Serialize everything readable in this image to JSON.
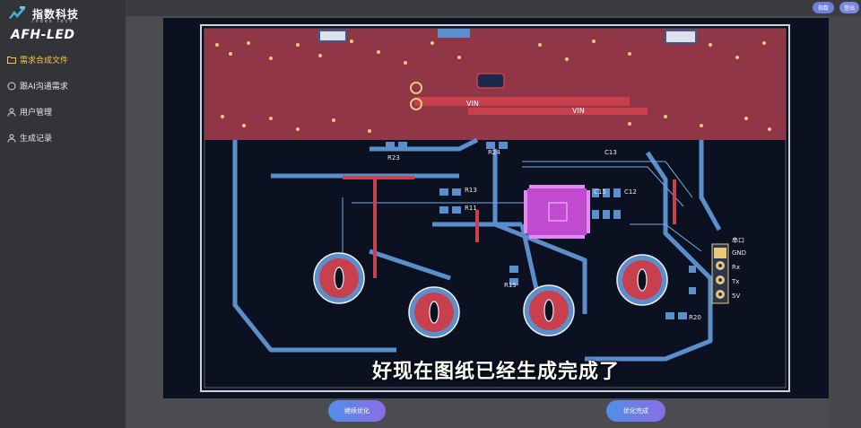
{
  "brand": {
    "name_cn": "指数科技",
    "name_en": "Index Tech",
    "product": "AFH-LED"
  },
  "menu": {
    "items": [
      {
        "label": "需求合成文件",
        "active": true,
        "icon": "folder-icon"
      },
      {
        "label": "跟AI沟通需求",
        "active": false,
        "icon": "chat-icon"
      },
      {
        "label": "用户管理",
        "active": false,
        "icon": "user-icon"
      },
      {
        "label": "生成记录",
        "active": false,
        "icon": "record-icon"
      }
    ]
  },
  "top_buttons": {
    "a": "指数",
    "b": "登出"
  },
  "viewer": {
    "subtitle": "好现在图纸已经生成完成了",
    "pcb_labels": {
      "vin_left": "VIN",
      "vin_right": "VIN",
      "r23": "R23",
      "r24": "R24",
      "r13": "R13",
      "r11": "R11",
      "r15": "R15",
      "r20": "R20",
      "c13": "C13",
      "c12": "C12",
      "c15": "C15",
      "gnd": "GND",
      "rx": "Rx",
      "tx": "Tx",
      "v5": "5V",
      "header": "串口"
    }
  },
  "bottom_buttons": {
    "left": "继续优化",
    "right": "优化完成"
  },
  "colors": {
    "accent_yellow": "#f6c54a",
    "board_bg": "#0c1122",
    "copper_red": "#b0424f",
    "trace_blue": "#5b8fcc",
    "ic_magenta": "#c14bd0"
  }
}
